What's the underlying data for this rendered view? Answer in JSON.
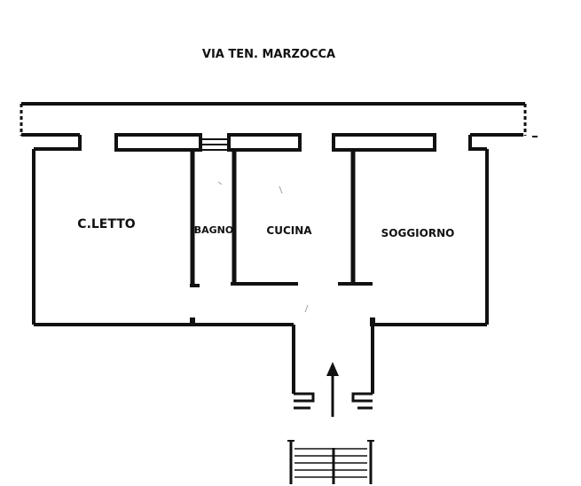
{
  "street": "VIA TEN. MARZOCCA",
  "rooms": {
    "bedroom": "C.LETTO",
    "bathroom": "BAGNO",
    "kitchen": "CUCINA",
    "living": "SOGGIORNO"
  },
  "colors": {
    "ink": "#111111",
    "background": "#ffffff"
  },
  "icons": {
    "entrance": "up-arrow-icon",
    "stairs": "stairs-icon"
  }
}
